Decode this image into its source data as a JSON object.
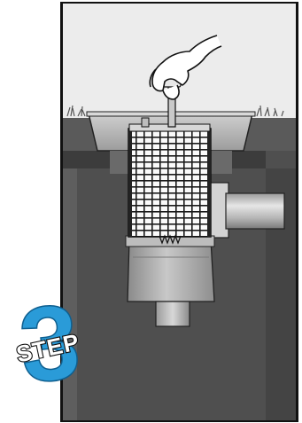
{
  "illustration": {
    "subject": "filter-cartridge-removal",
    "step_number": "3",
    "step_word": "STEP",
    "colors": {
      "sky": "#ececec",
      "ground": "#4f4f4f",
      "frame": "#111111",
      "basin": "#bdbdbd",
      "filter_mesh": "#fafafa",
      "filter_grid": "#1a1a1a",
      "step_blue": "#2a9bd8",
      "step_blue_dark": "#0f5f8f"
    }
  }
}
